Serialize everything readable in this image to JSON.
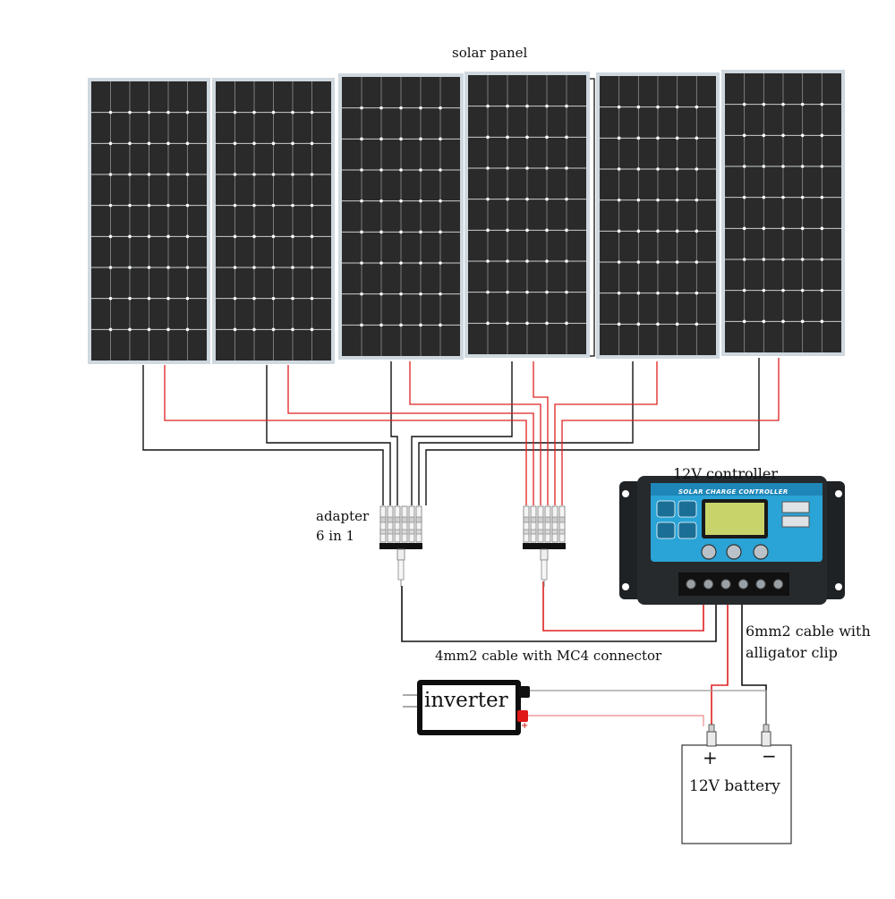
{
  "labels": {
    "solar_panel": "solar panel",
    "adapter_line1": "adapter",
    "adapter_line2": "6 in 1",
    "controller": "12V  controller",
    "controller_screen_title": "SOLAR CHARGE CONTROLLER",
    "cable_4mm": "4mm2 cable with MC4 connector",
    "cable_6mm_line1": "6mm2 cable with",
    "cable_6mm_line2": "alligator clip",
    "inverter": "inverter",
    "inverter_plus": "+",
    "battery": "12V battery",
    "battery_plus": "+",
    "battery_minus": "−"
  },
  "colors": {
    "positive_wire": "#e02020",
    "negative_wire": "#111111",
    "panel_cell": "#2a2a2a",
    "panel_frame": "#cfd8df",
    "controller_body": "#1f2224",
    "controller_face": "#2aa3d6",
    "controller_screen": "#c8d46a"
  },
  "icons": {
    "panel": "solar-panel-icon",
    "connector": "mc4-connector-icon",
    "controller": "charge-controller-icon",
    "inverter": "inverter-icon",
    "battery": "battery-icon"
  }
}
